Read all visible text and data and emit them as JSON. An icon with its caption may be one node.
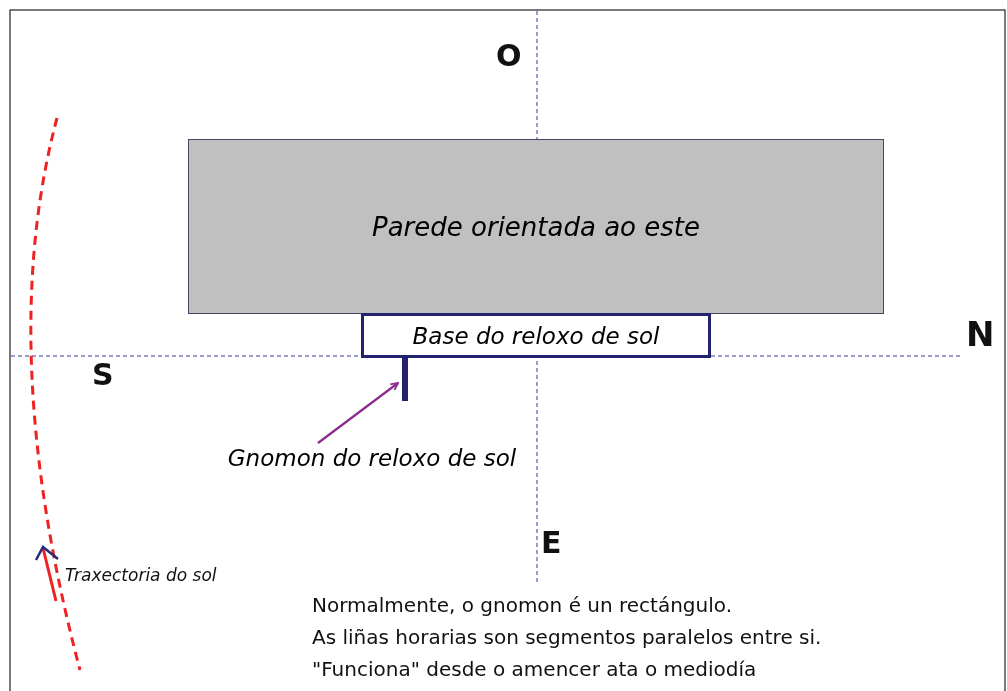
{
  "diagram": {
    "nodes": [
      {
        "text": [
          "Parede orientada ao este"
        ]
      },
      {
        "text": [
          "Base do reloxo de sol"
        ]
      },
      {
        "text": [],
        "shape": "bar"
      },
      {
        "text": [
          "Gnomon do reloxo de sol"
        ]
      }
    ],
    "edges": [
      {
        "from": 3,
        "to": 2,
        "arrow": "to",
        "color": "#8b2b8b"
      }
    ],
    "labels": [
      "O",
      "S",
      "N",
      "E",
      "Traxectoria do sol",
      "Normalmente, o gnomon é un rectángulo.",
      "As liñas horarias son segmentos paralelos entre si.",
      "\"Funciona\" desde o amencer ata o mediodía"
    ]
  }
}
